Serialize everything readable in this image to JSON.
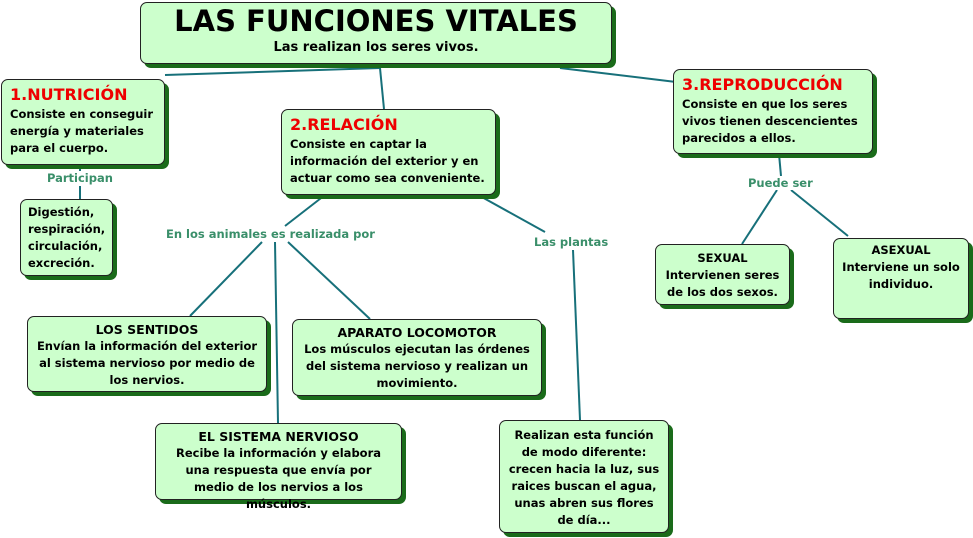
{
  "title": {
    "heading": "LAS FUNCIONES VITALES",
    "subtitle": "Las realizan los seres vivos."
  },
  "nutricion": {
    "heading": "1.NUTRICIÓN",
    "text": "Consiste en conseguir energía y materiales para el cuerpo.",
    "link": "Participan",
    "child": "Digestión, respiración, circulación, excreción."
  },
  "relacion": {
    "heading": "2.RELACIÓN",
    "text": "Consiste en captar la información del exterior y en actuar como sea conveniente.",
    "link_animals": "En los animales es realizada por",
    "link_plants": "Las plantas",
    "sentidos": {
      "heading": "LOS SENTIDOS",
      "text": "Envían la información del exterior al sistema nervioso por medio de los nervios."
    },
    "locomotor": {
      "heading": "APARATO LOCOMOTOR",
      "text": "Los músculos ejecutan las órdenes del sistema nervioso y realizan un movimiento."
    },
    "nervioso": {
      "heading": "EL SISTEMA NERVIOSO",
      "text": "Recibe la información y elabora una respuesta que envía por medio de los nervios a los músculos."
    },
    "plantas": {
      "text": "Realizan esta función de modo diferente: crecen hacia la luz, sus raices buscan el agua, unas abren sus flores de día..."
    }
  },
  "reproduccion": {
    "heading": "3.REPRODUCCIÓN",
    "text": "Consiste en que los seres vivos tienen descencientes parecidos a ellos.",
    "link": "Puede ser",
    "sexual": {
      "heading": "SEXUAL",
      "text": "Intervienen seres de los dos sexos."
    },
    "asexual": {
      "heading": "ASEXUAL",
      "text": "Interviene un solo individuo."
    }
  }
}
